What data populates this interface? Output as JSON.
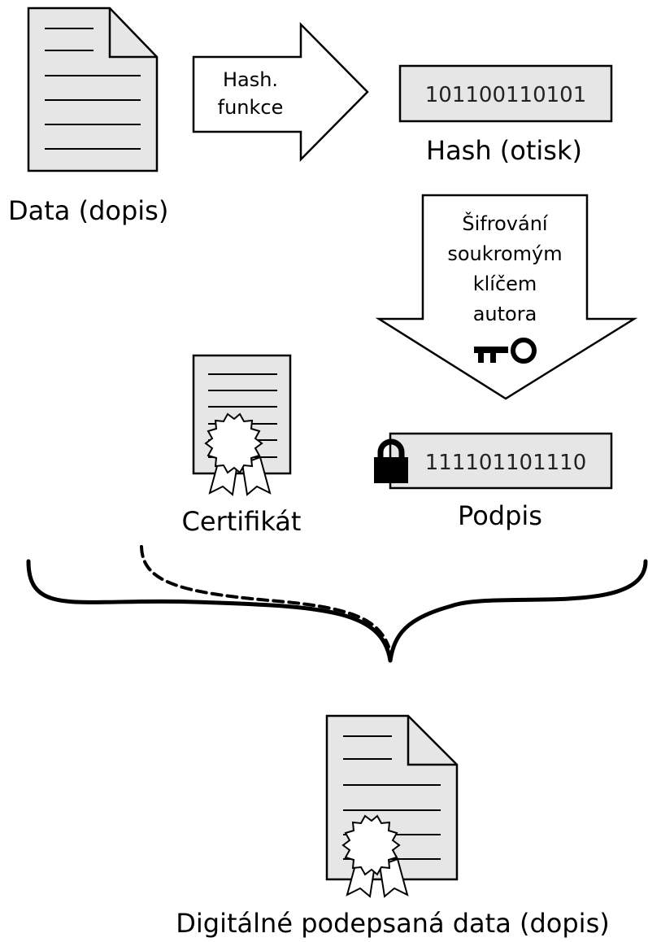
{
  "labels": {
    "data": "Data (dopis)",
    "hash_function_line1": "Hash.",
    "hash_function_line2": "funkce",
    "hash_bits": "101100110101",
    "hash": "Hash (otisk)",
    "encrypt_line1": "Šifrování",
    "encrypt_line2": "soukromým",
    "encrypt_line3": "klíčem",
    "encrypt_line4": "autora",
    "signature_bits": "111101101110",
    "signature": "Podpis",
    "certificate": "Certifikát",
    "signed_data": "Digitálné podepsaná data (dopis)"
  },
  "colors": {
    "paper": "#e6e6e6",
    "stroke": "#000000",
    "background": "#ffffff"
  }
}
